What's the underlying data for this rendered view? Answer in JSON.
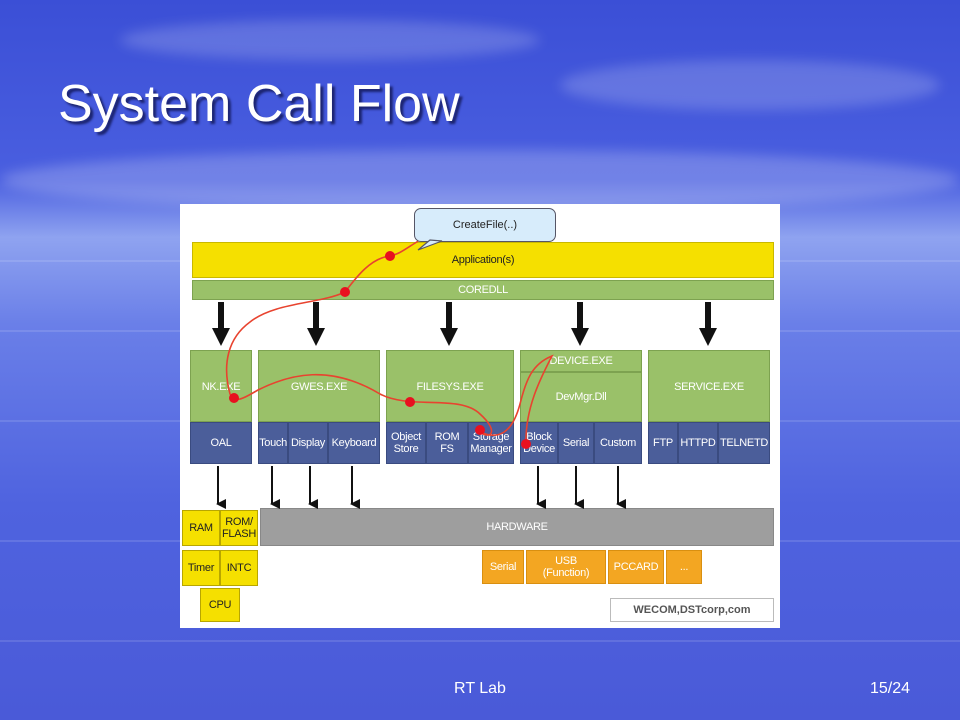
{
  "title": "System Call Flow",
  "footer": {
    "center": "RT Lab",
    "page": "15/24"
  },
  "diagram": {
    "bubble": "CreateFile(..)",
    "application": "Application(s)",
    "coredll": "COREDLL",
    "modules": {
      "nk": "NK.EXE",
      "gwes": "GWES.EXE",
      "filesys": "FILESYS.EXE",
      "device": "DEVICE.EXE",
      "devmgr": "DevMgr.Dll",
      "service": "SERVICE.EXE"
    },
    "drivers": {
      "oal": "OAL",
      "touch": "Touch",
      "display": "Display",
      "keyboard": "Keyboard",
      "object_store": [
        "Object",
        "Store"
      ],
      "rom_fs": [
        "ROM",
        "FS"
      ],
      "storage_manager": [
        "Storage",
        "Manager"
      ],
      "block_device": [
        "Block",
        "Device"
      ],
      "serial": "Serial",
      "custom": "Custom",
      "ftp": "FTP",
      "httpd": "HTTPD",
      "telnetd": "TELNETD"
    },
    "hardware": "HARDWARE",
    "hw_parts": {
      "ram": "RAM",
      "rom_flash": [
        "ROM/",
        "FLASH"
      ],
      "timer": "Timer",
      "intc": "INTC",
      "cpu": "CPU"
    },
    "peripherals": {
      "serial": "Serial",
      "usb": [
        "USB",
        "(Function)"
      ],
      "pccard": "PCCARD",
      "more": "..."
    },
    "watermark": "WECOM,DSTcorp,com",
    "colors": {
      "module": "#9ac169",
      "driver": "#4b5e9a",
      "application": "#f5e000",
      "hardware": "#9e9e9e",
      "peripheral": "#f3a622",
      "flow_line": "#e8432f"
    }
  }
}
